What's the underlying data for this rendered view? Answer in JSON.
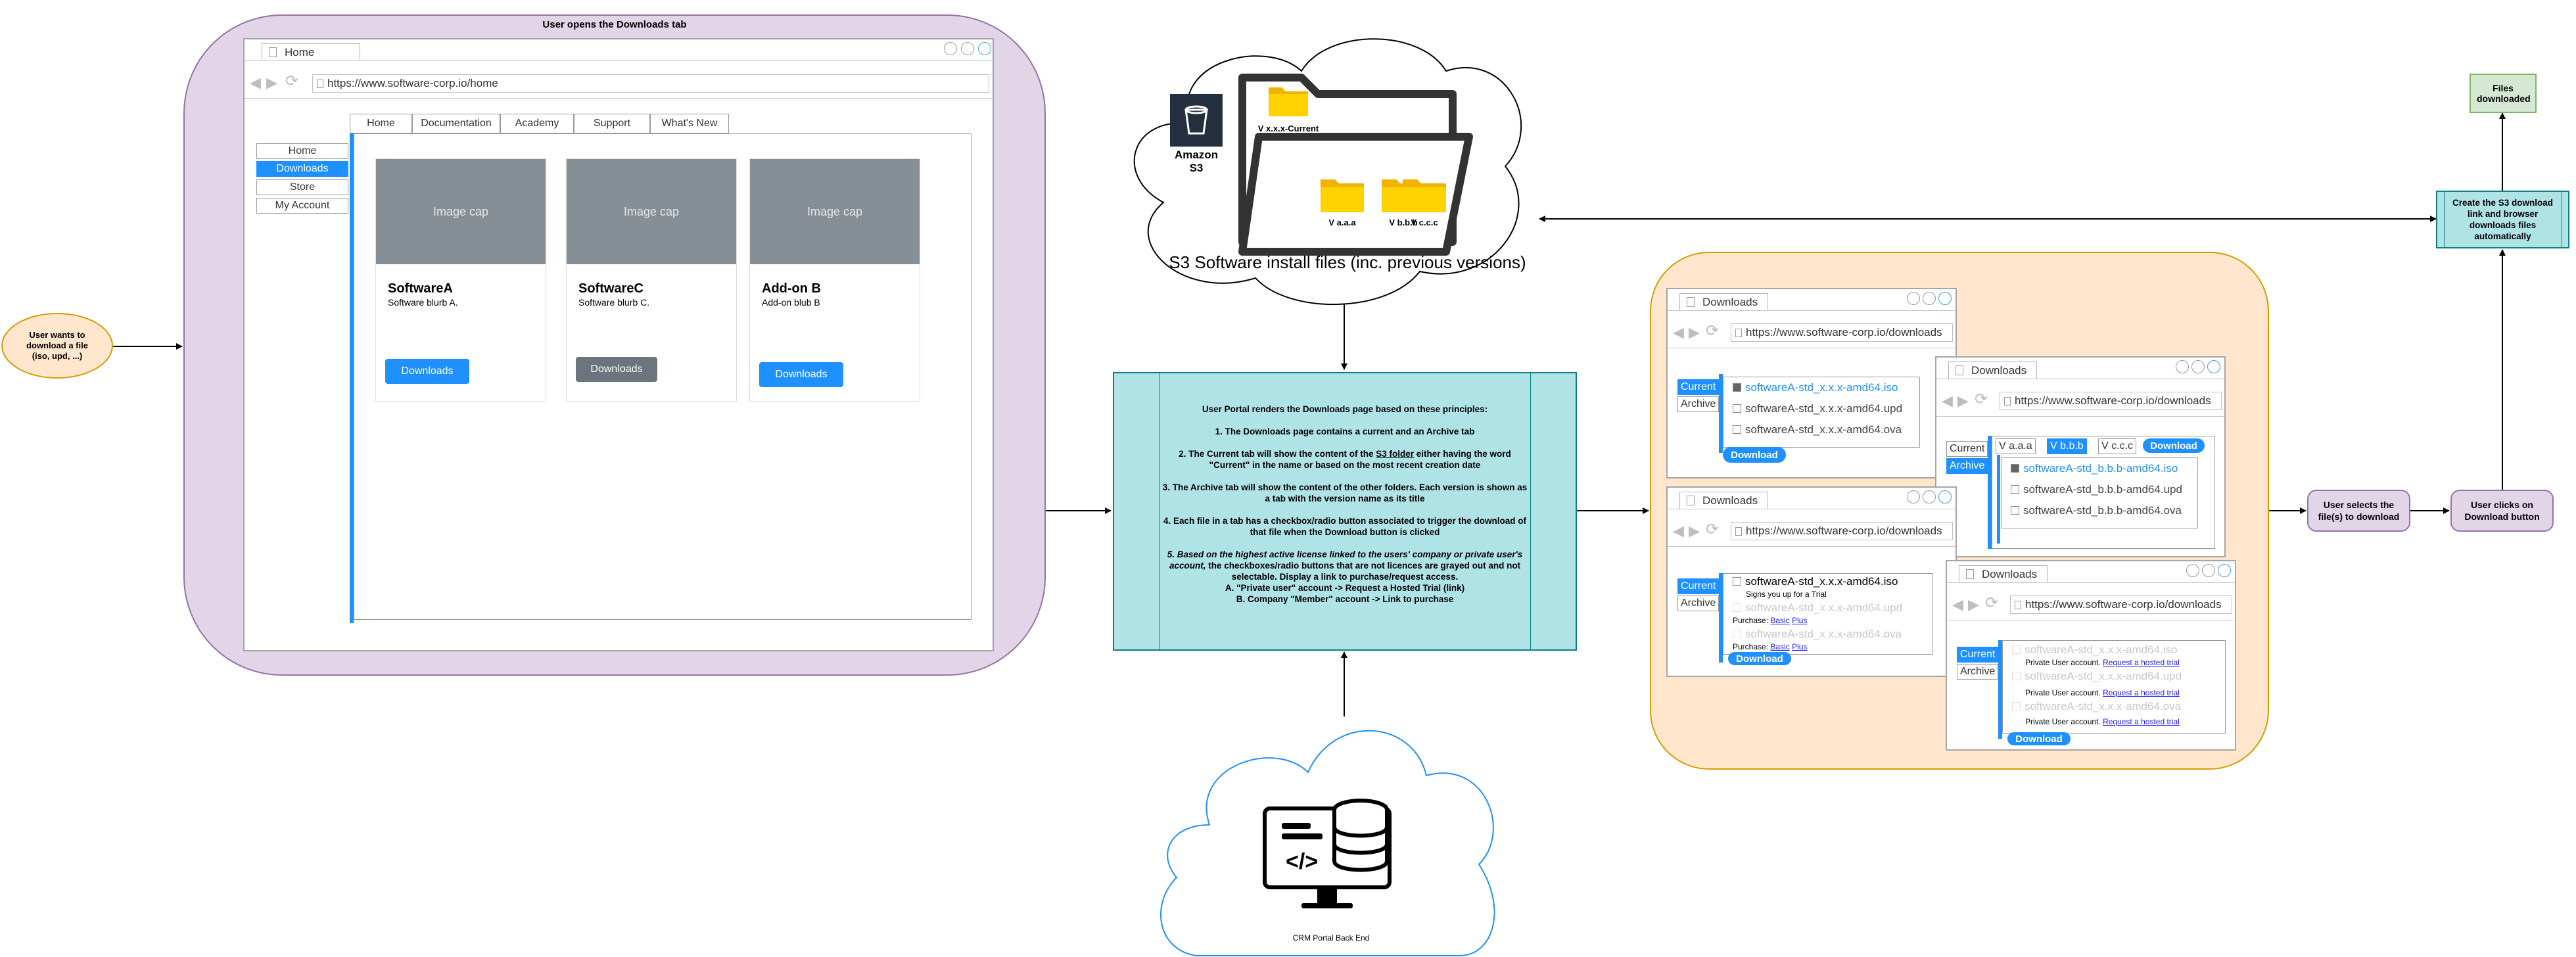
{
  "user_start": "User wants to download a file (iso, upd, ...)",
  "group_title": "User opens the Downloads tab",
  "home_browser": {
    "tab": "Home",
    "url": "https://www.software-corp.io/home",
    "site_tabs": [
      "Home",
      "Documentation",
      "Academy",
      "Support",
      "What's New"
    ],
    "side_nav": [
      "Home",
      "Downloads",
      "Store",
      "My Account"
    ],
    "cards": [
      {
        "cap": "Image cap",
        "title": "SoftwareA",
        "text": "Software blurb A.",
        "button": "Downloads"
      },
      {
        "cap": "Image cap",
        "title": "SoftwareC",
        "text": "Software blurb C.",
        "button": "Downloads"
      },
      {
        "cap": "Image cap",
        "title": "Add-on B",
        "text": "Add-on blub B",
        "button": "Downloads"
      }
    ]
  },
  "s3": {
    "label": "Amazon S3",
    "caption": "S3 Software install files (inc. previous versions)",
    "folders": [
      "V x.x.x-Current",
      "V a.a.a",
      "V b.b.b",
      "V c.c.c"
    ]
  },
  "principles": {
    "heading": "User Portal renders the Downloads page based on these principles:",
    "p1": "1. The Downloads page contains a current and an Archive tab",
    "p2a": "2. The Current tab will show the content of the ",
    "p2link": "S3 folder",
    "p2b": " either having the word \"Current\" in the name or based on the most recent creation date",
    "p3": "3. The Archive tab will show the content of the other folders. Each version is shown as a tab with the version name as its title",
    "p4": "4. Each file in a tab has a checkbox/radio button associated to trigger the download of that file when the Download button is clicked",
    "p5em": "5. Based on the highest active license linked to the users' company or private user's account,",
    "p5": " the checkboxes/radio buttons that are not licences are grayed out and not selectable. Display a link to purchase/request access.",
    "p5a": "A. \"Private user\" account -> Request a Hosted Trial (link)",
    "p5b": "B. Company \"Member\" account -> Link to purchase"
  },
  "crm": {
    "label": "CRM Portal Back End"
  },
  "downloads_tab": "Downloads",
  "downloads_url": "https://www.software-corp.io/downloads",
  "current_label": "Current",
  "archive_label": "Archive",
  "download_btn": "Download",
  "win1_files": [
    "softwareA-std_x.x.x-amd64.iso",
    "softwareA-std_x.x.x-amd64.upd",
    "softwareA-std_x.x.x-amd64.ova"
  ],
  "win2": {
    "versions": [
      "V a.a.a",
      "V b.b.b",
      "V c.c.c"
    ],
    "files": [
      "softwareA-std_b.b.b-amd64.iso",
      "softwareA-std_b.b.b-amd64.upd",
      "softwareA-std_b.b.b-amd64.ova"
    ]
  },
  "win3": {
    "files": [
      "softwareA-std_x.x.x-amd64.iso",
      "softwareA-std_x.x.x-amd64.upd",
      "softwareA-std_x.x.x-amd64.ova"
    ],
    "trial_note": "Signs you up for a Trial",
    "purchase_label": "Purchase: ",
    "basic": "Basic",
    "plus": "Plus"
  },
  "win4": {
    "files": [
      "softwareA-std_x.x.x-amd64.iso",
      "softwareA-std_x.x.x-amd64.upd",
      "softwareA-std_x.x.x-amd64.ova"
    ],
    "private_label": "Private User account. ",
    "request_link": "Request a hosted trial"
  },
  "steps": {
    "select": "User selects the file(s) to download",
    "click": "User clicks on Download button",
    "create": "Create the S3 download link and browser downloads files automatically",
    "done": "Files downloaded"
  },
  "colors": {
    "purple_fill": "#e1d5e7",
    "purple_stroke": "#9673a6",
    "orange_fill": "#ffe6cc",
    "orange_stroke": "#d79b00",
    "teal_fill": "#b0e3e6",
    "teal_stroke": "#0e8088",
    "green_fill": "#d5e8d4",
    "green_stroke": "#82b366",
    "accent": "#1e90ff"
  }
}
